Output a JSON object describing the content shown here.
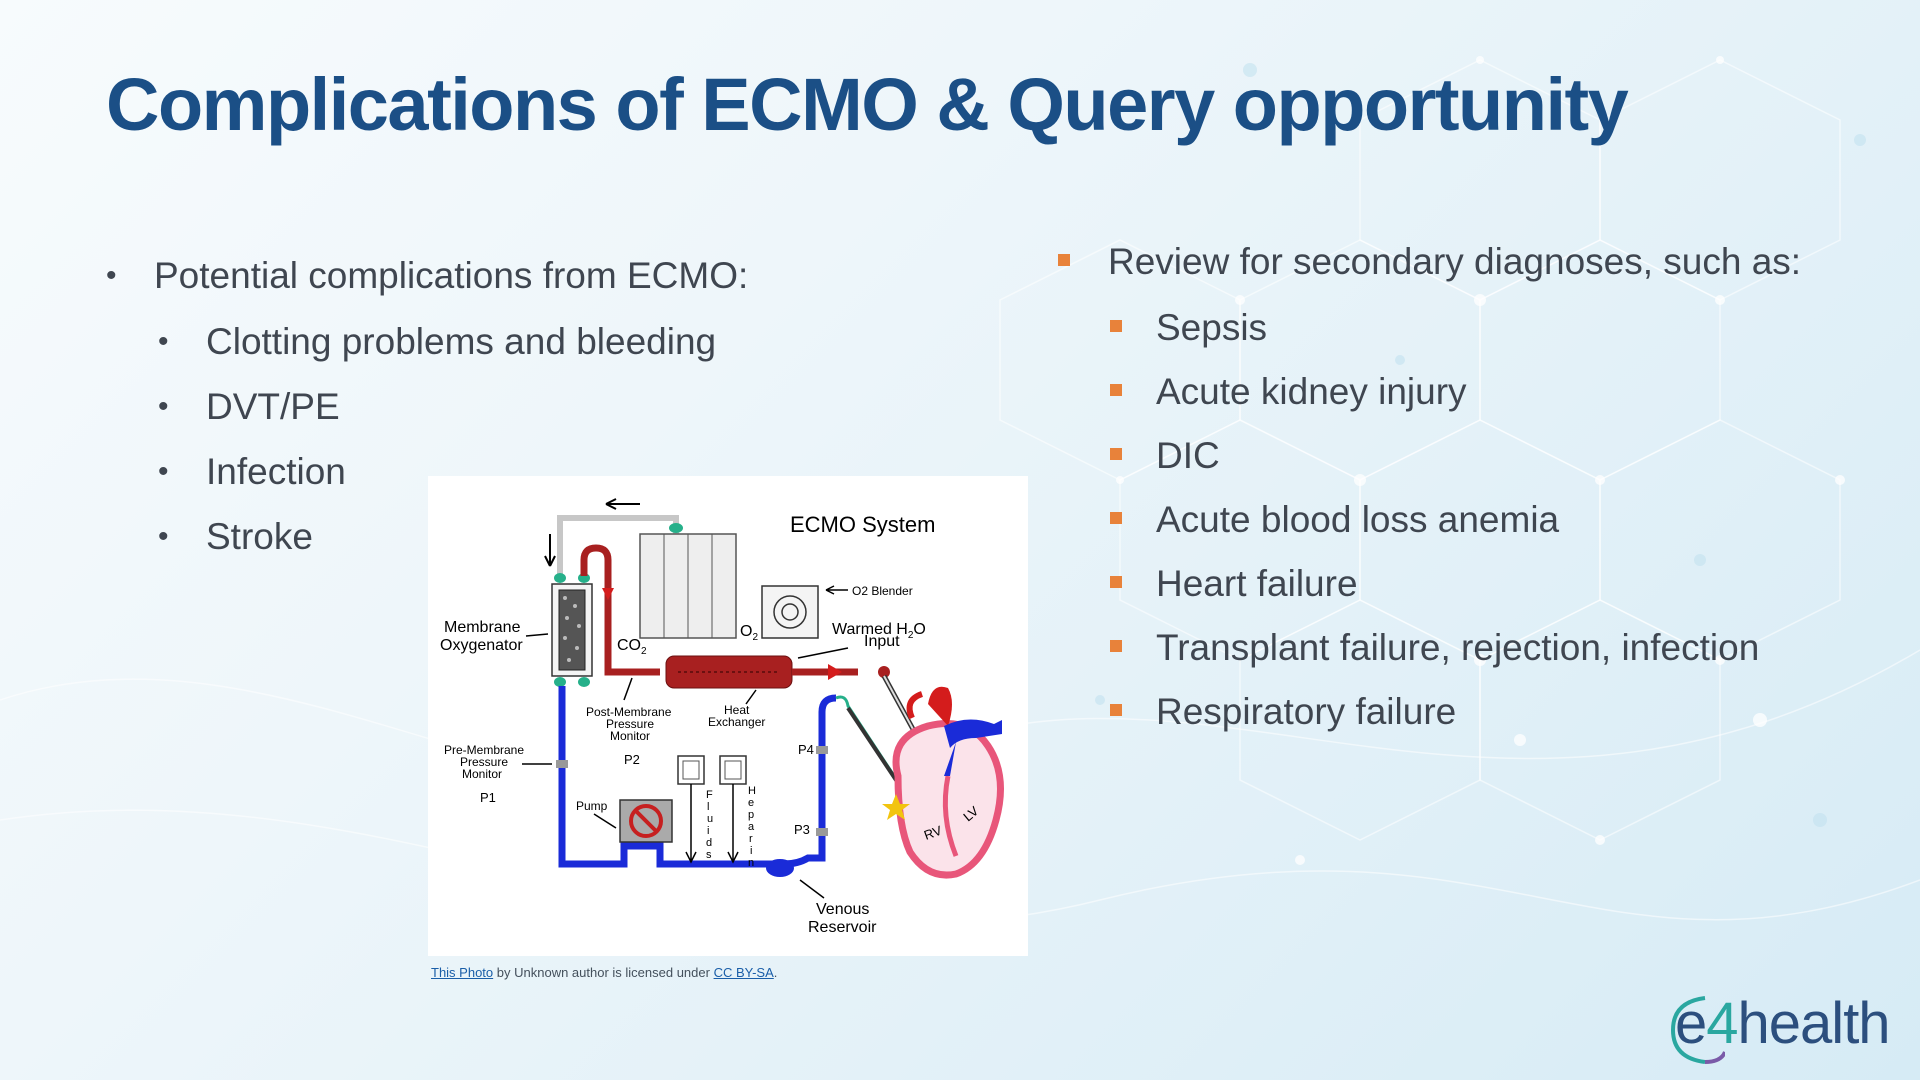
{
  "slide": {
    "title": "Complications of ECMO & Query opportunity"
  },
  "left_list": {
    "heading": "Potential complications from ECMO:",
    "items": [
      "Clotting problems and bleeding",
      "DVT/PE",
      "Infection",
      "Stroke"
    ]
  },
  "right_list": {
    "heading": "Review for secondary diagnoses, such as:",
    "items": [
      "Sepsis",
      "Acute kidney injury",
      "DIC",
      "Acute blood loss anemia",
      "Heart failure",
      "Transplant failure, rejection, infection",
      "Respiratory failure"
    ]
  },
  "diagram": {
    "title": "ECMO System",
    "labels": {
      "o2_blender": "O2 Blender",
      "membrane": "Membrane",
      "oxygenator": "Oxygenator",
      "co2": "CO",
      "co2_sub": "2",
      "o2": "O",
      "o2_sub": "2",
      "warmed": "Warmed H",
      "warmed_sub": "2",
      "warmed_end": "O",
      "input": "Input",
      "post_membrane_1": "Post-Membrane",
      "post_membrane_2": "Pressure",
      "post_membrane_3": "Monitor",
      "heat_1": "Heat",
      "heat_2": "Exchanger",
      "pre_membrane_1": "Pre-Membrane",
      "pre_membrane_2": "Pressure",
      "pre_membrane_3": "Monitor",
      "p1": "P1",
      "p2": "P2",
      "p3": "P3",
      "p4": "P4",
      "pump": "Pump",
      "fluids": [
        "F",
        "l",
        "u",
        "i",
        "d",
        "s"
      ],
      "heparin": [
        "H",
        "e",
        "p",
        "a",
        "r",
        "i",
        "n"
      ],
      "venous_1": "Venous",
      "venous_2": "Reservoir",
      "rv": "RV",
      "lv": "LV"
    },
    "colors": {
      "venous": "#1a2bd8",
      "arterial": "#a82020",
      "gas_line": "#c7c7c7",
      "connector": "#26b08a",
      "heart": "#e8567a"
    }
  },
  "credit": {
    "link1": "This Photo",
    "mid": " by Unknown author is licensed under ",
    "link2": "CC BY-SA",
    "end": "."
  },
  "logo": {
    "prefix": "e",
    "number": "4",
    "suffix": "health"
  },
  "theme": {
    "title_color": "#1b4f86",
    "bullet_square_color": "#e8823a"
  }
}
